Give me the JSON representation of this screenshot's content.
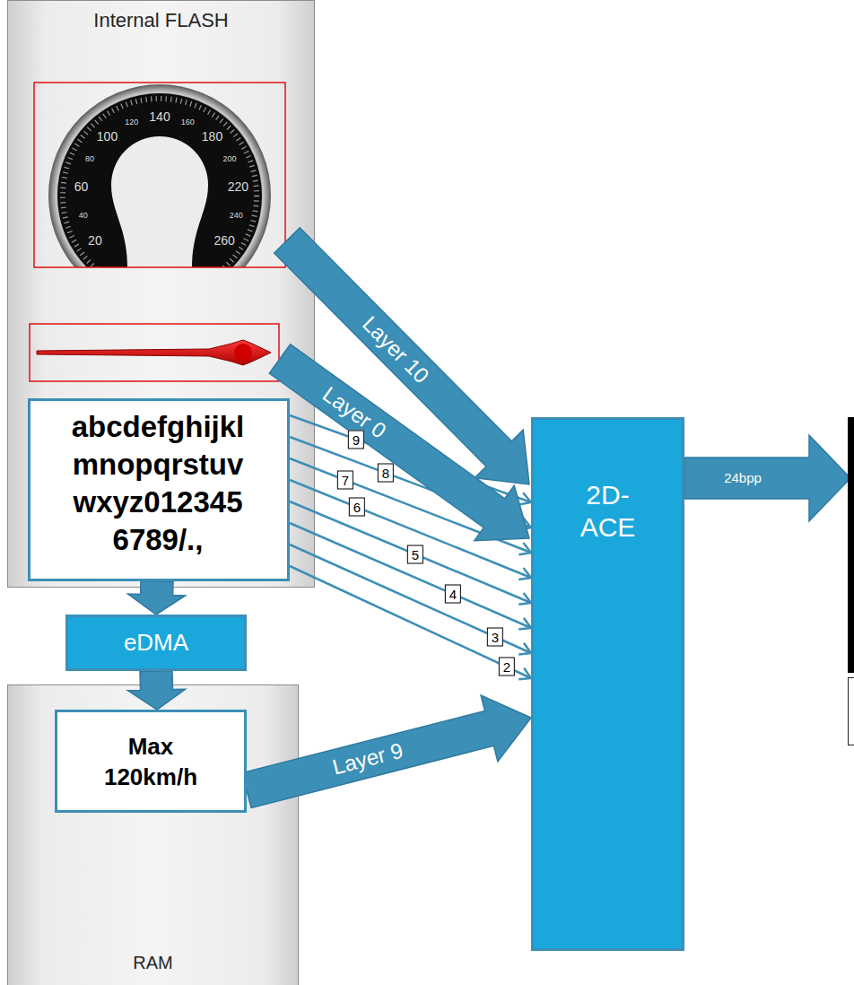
{
  "diagram": {
    "nodes": [
      {
        "text": [
          "Internal FLASH"
        ]
      },
      {
        "text": [
          "abcdefghijkl mnopqrstuv wxyz012345 6789/.,"
        ],
        "in": 0
      },
      {
        "text": [
          "eDMA"
        ]
      },
      {
        "text": [
          "RAM"
        ]
      },
      {
        "text": [
          "Max 120km/h"
        ],
        "in": 3
      },
      {
        "text": [
          "2D- ACE"
        ]
      }
    ],
    "edges": [
      {
        "from": 1,
        "to": 5,
        "label": "9",
        "arrow": "to"
      },
      {
        "from": 1,
        "to": 5,
        "label": "8",
        "arrow": "to"
      },
      {
        "from": 1,
        "to": 5,
        "label": "7",
        "arrow": "to"
      },
      {
        "from": 1,
        "to": 5,
        "label": "6",
        "arrow": "to"
      },
      {
        "from": 1,
        "to": 5,
        "label": "5",
        "arrow": "to"
      },
      {
        "from": 1,
        "to": 5,
        "label": "4",
        "arrow": "to"
      },
      {
        "from": 1,
        "to": 5,
        "label": "3",
        "arrow": "to"
      },
      {
        "from": 1,
        "to": 5,
        "label": "2",
        "arrow": "to"
      },
      {
        "from": 1,
        "to": 2,
        "arrow": "to"
      },
      {
        "from": 2,
        "to": 4,
        "arrow": "to"
      },
      {
        "from": 4,
        "to": 5,
        "label": "Layer 9",
        "arrow": "to"
      }
    ],
    "labels": [
      "20",
      "40",
      "60",
      "80",
      "100",
      "120",
      "140",
      "160",
      "180",
      "200",
      "220",
      "240",
      "260",
      "Layer 10",
      "Layer 0",
      "24bpp"
    ]
  }
}
